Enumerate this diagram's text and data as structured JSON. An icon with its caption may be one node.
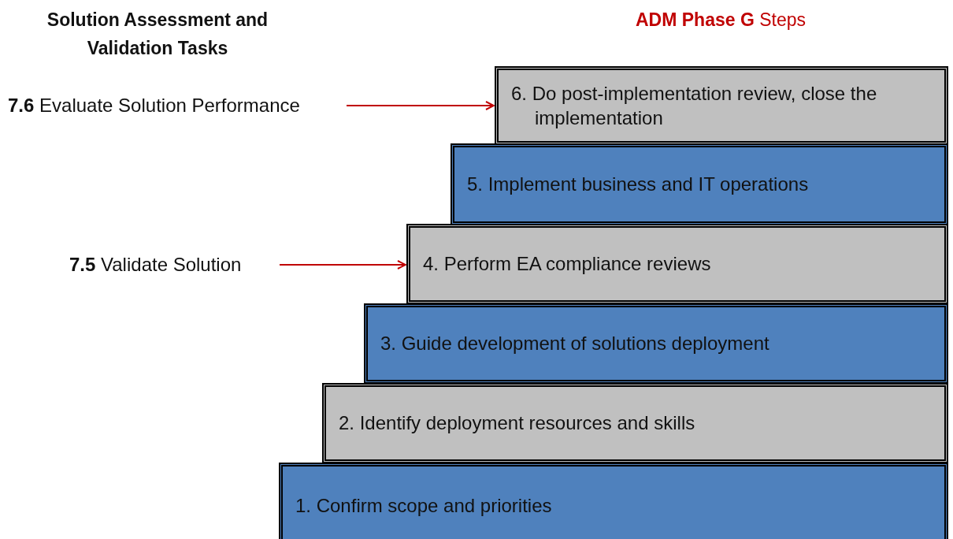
{
  "diagram": {
    "nodes": [
      {
        "text": [
          "6. Do post-implementation review, close the implementation"
        ]
      },
      {
        "text": [
          "5. Implement business and IT operations"
        ]
      },
      {
        "text": [
          "4. Perform EA compliance reviews"
        ]
      },
      {
        "text": [
          "3. Guide development of solutions deployment"
        ]
      },
      {
        "text": [
          "2. Identify deployment resources and skills"
        ]
      },
      {
        "text": [
          "1. Confirm scope and priorities"
        ]
      },
      {
        "text": [
          "**7.6** Evaluate Solution Performance"
        ]
      },
      {
        "text": [
          "**7.5** Validate Solution"
        ]
      }
    ],
    "edges": [
      {
        "from": 6,
        "to": 0,
        "arrow": "to"
      },
      {
        "from": 7,
        "to": 2,
        "arrow": "to"
      }
    ],
    "labels": [
      "Solution Assessment and Validation Tasks",
      "**ADM Phase G** Steps"
    ]
  }
}
